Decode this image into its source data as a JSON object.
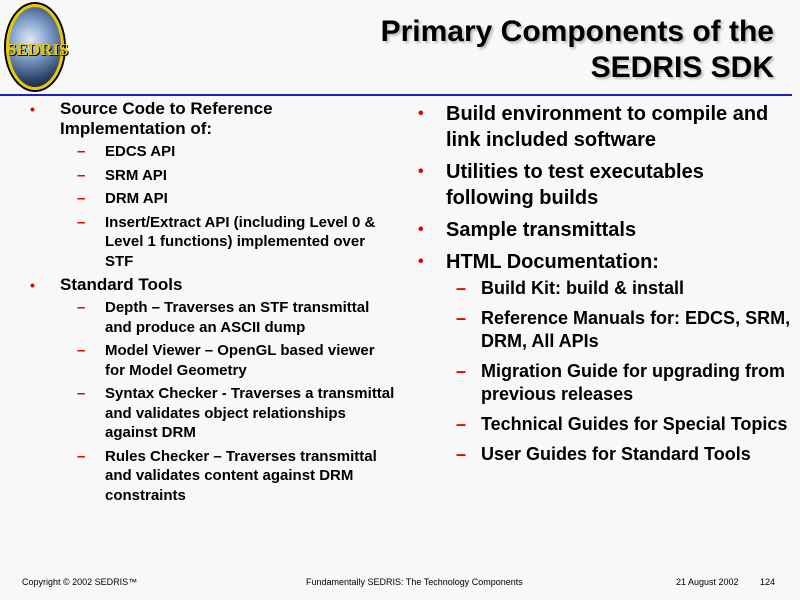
{
  "logo": {
    "text": "SEDRIS"
  },
  "title": [
    "Primary Components of the",
    "SEDRIS SDK"
  ],
  "left": [
    {
      "text": "Source Code to Reference Implementation of:",
      "sub": [
        "EDCS API",
        "SRM API",
        "DRM API",
        "Insert/Extract API (including Level 0 & Level 1 functions) implemented over STF"
      ]
    },
    {
      "text": "Standard Tools",
      "sub": [
        "Depth – Traverses an STF transmittal and produce an ASCII dump",
        "Model Viewer – OpenGL based viewer for Model Geometry",
        "Syntax Checker - Traverses a transmittal and validates object relationships against DRM",
        "Rules Checker – Traverses transmittal and validates content against DRM constraints"
      ]
    }
  ],
  "right": [
    {
      "text": "Build environment to compile and link included software",
      "sub": []
    },
    {
      "text": "Utilities to test executables following builds",
      "sub": []
    },
    {
      "text": "Sample transmittals",
      "sub": []
    },
    {
      "text": "HTML Documentation:",
      "sub": [
        "Build Kit: build & install",
        "Reference Manuals for: EDCS, SRM, DRM, All APIs",
        "Migration Guide for upgrading from previous releases",
        "Technical Guides for Special Topics",
        "User Guides for Standard Tools"
      ]
    }
  ],
  "bullets": {
    "main": "•",
    "sub": "–"
  },
  "footer": {
    "copyright": "Copyright © 2002 SEDRIS™",
    "center": "Fundamentally SEDRIS: The Technology Components",
    "date": "21 August 2002",
    "page": "124"
  },
  "colors": {
    "bullet": "#e00000",
    "rule": "#2020c0"
  }
}
